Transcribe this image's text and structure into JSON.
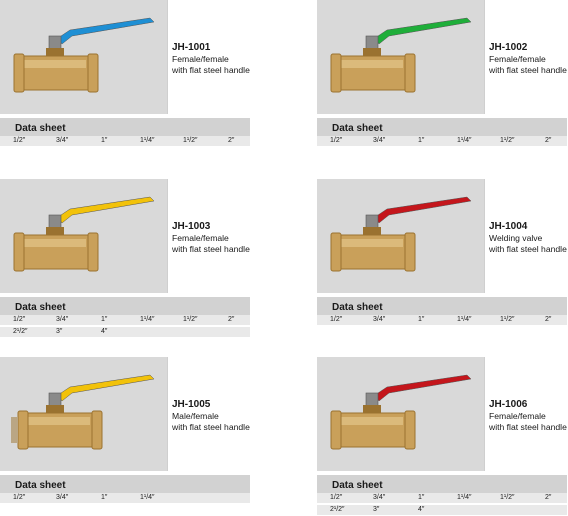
{
  "products": [
    {
      "code": "JH-1001",
      "line1": "Female/female",
      "line2": "with flat steel handle",
      "handle_color": "#1e8fd4",
      "sheet_title": "Data sheet",
      "rows": [
        [
          "1/2″",
          "3/4″",
          "1″",
          "1¹/4″",
          "1¹/2″",
          "2″"
        ]
      ]
    },
    {
      "code": "JH-1002",
      "line1": "Female/female",
      "line2": "with flat steel handle",
      "handle_color": "#1fae3a",
      "sheet_title": "Data sheet",
      "rows": [
        [
          "1/2″",
          "3/4″",
          "1″",
          "1¹/4″",
          "1¹/2″",
          "2″"
        ]
      ]
    },
    {
      "code": "JH-1003",
      "line1": "Female/female",
      "line2": "with flat steel handle",
      "handle_color": "#f2c20a",
      "sheet_title": "Data sheet",
      "rows": [
        [
          "1/2″",
          "3/4″",
          "1″",
          "1¹/4″",
          "1¹/2″",
          "2″"
        ],
        [
          "2¹/2″",
          "3″",
          "4″"
        ]
      ]
    },
    {
      "code": "JH-1004",
      "line1": "Welding valve",
      "line2": "with flat steel handle",
      "handle_color": "#c4161c",
      "sheet_title": "Data sheet",
      "rows": [
        [
          "1/2″",
          "3/4″",
          "1″",
          "1¹/4″",
          "1¹/2″",
          "2″"
        ]
      ]
    },
    {
      "code": "JH-1005",
      "line1": "Male/female",
      "line2": "with flat steel handle",
      "handle_color": "#f2c20a",
      "sheet_title": "Data sheet",
      "rows": [
        [
          "1/2″",
          "3/4″",
          "1″",
          "1¹/4″"
        ]
      ]
    },
    {
      "code": "JH-1006",
      "line1": "Female/female",
      "line2": "with flat steel handle",
      "handle_color": "#c4161c",
      "sheet_title": "Data sheet",
      "rows": [
        [
          "1/2″",
          "3/4″",
          "1″",
          "1¹/4″",
          "1¹/2″",
          "2″"
        ],
        [
          "2¹/2″",
          "3″",
          "4″"
        ]
      ]
    }
  ]
}
